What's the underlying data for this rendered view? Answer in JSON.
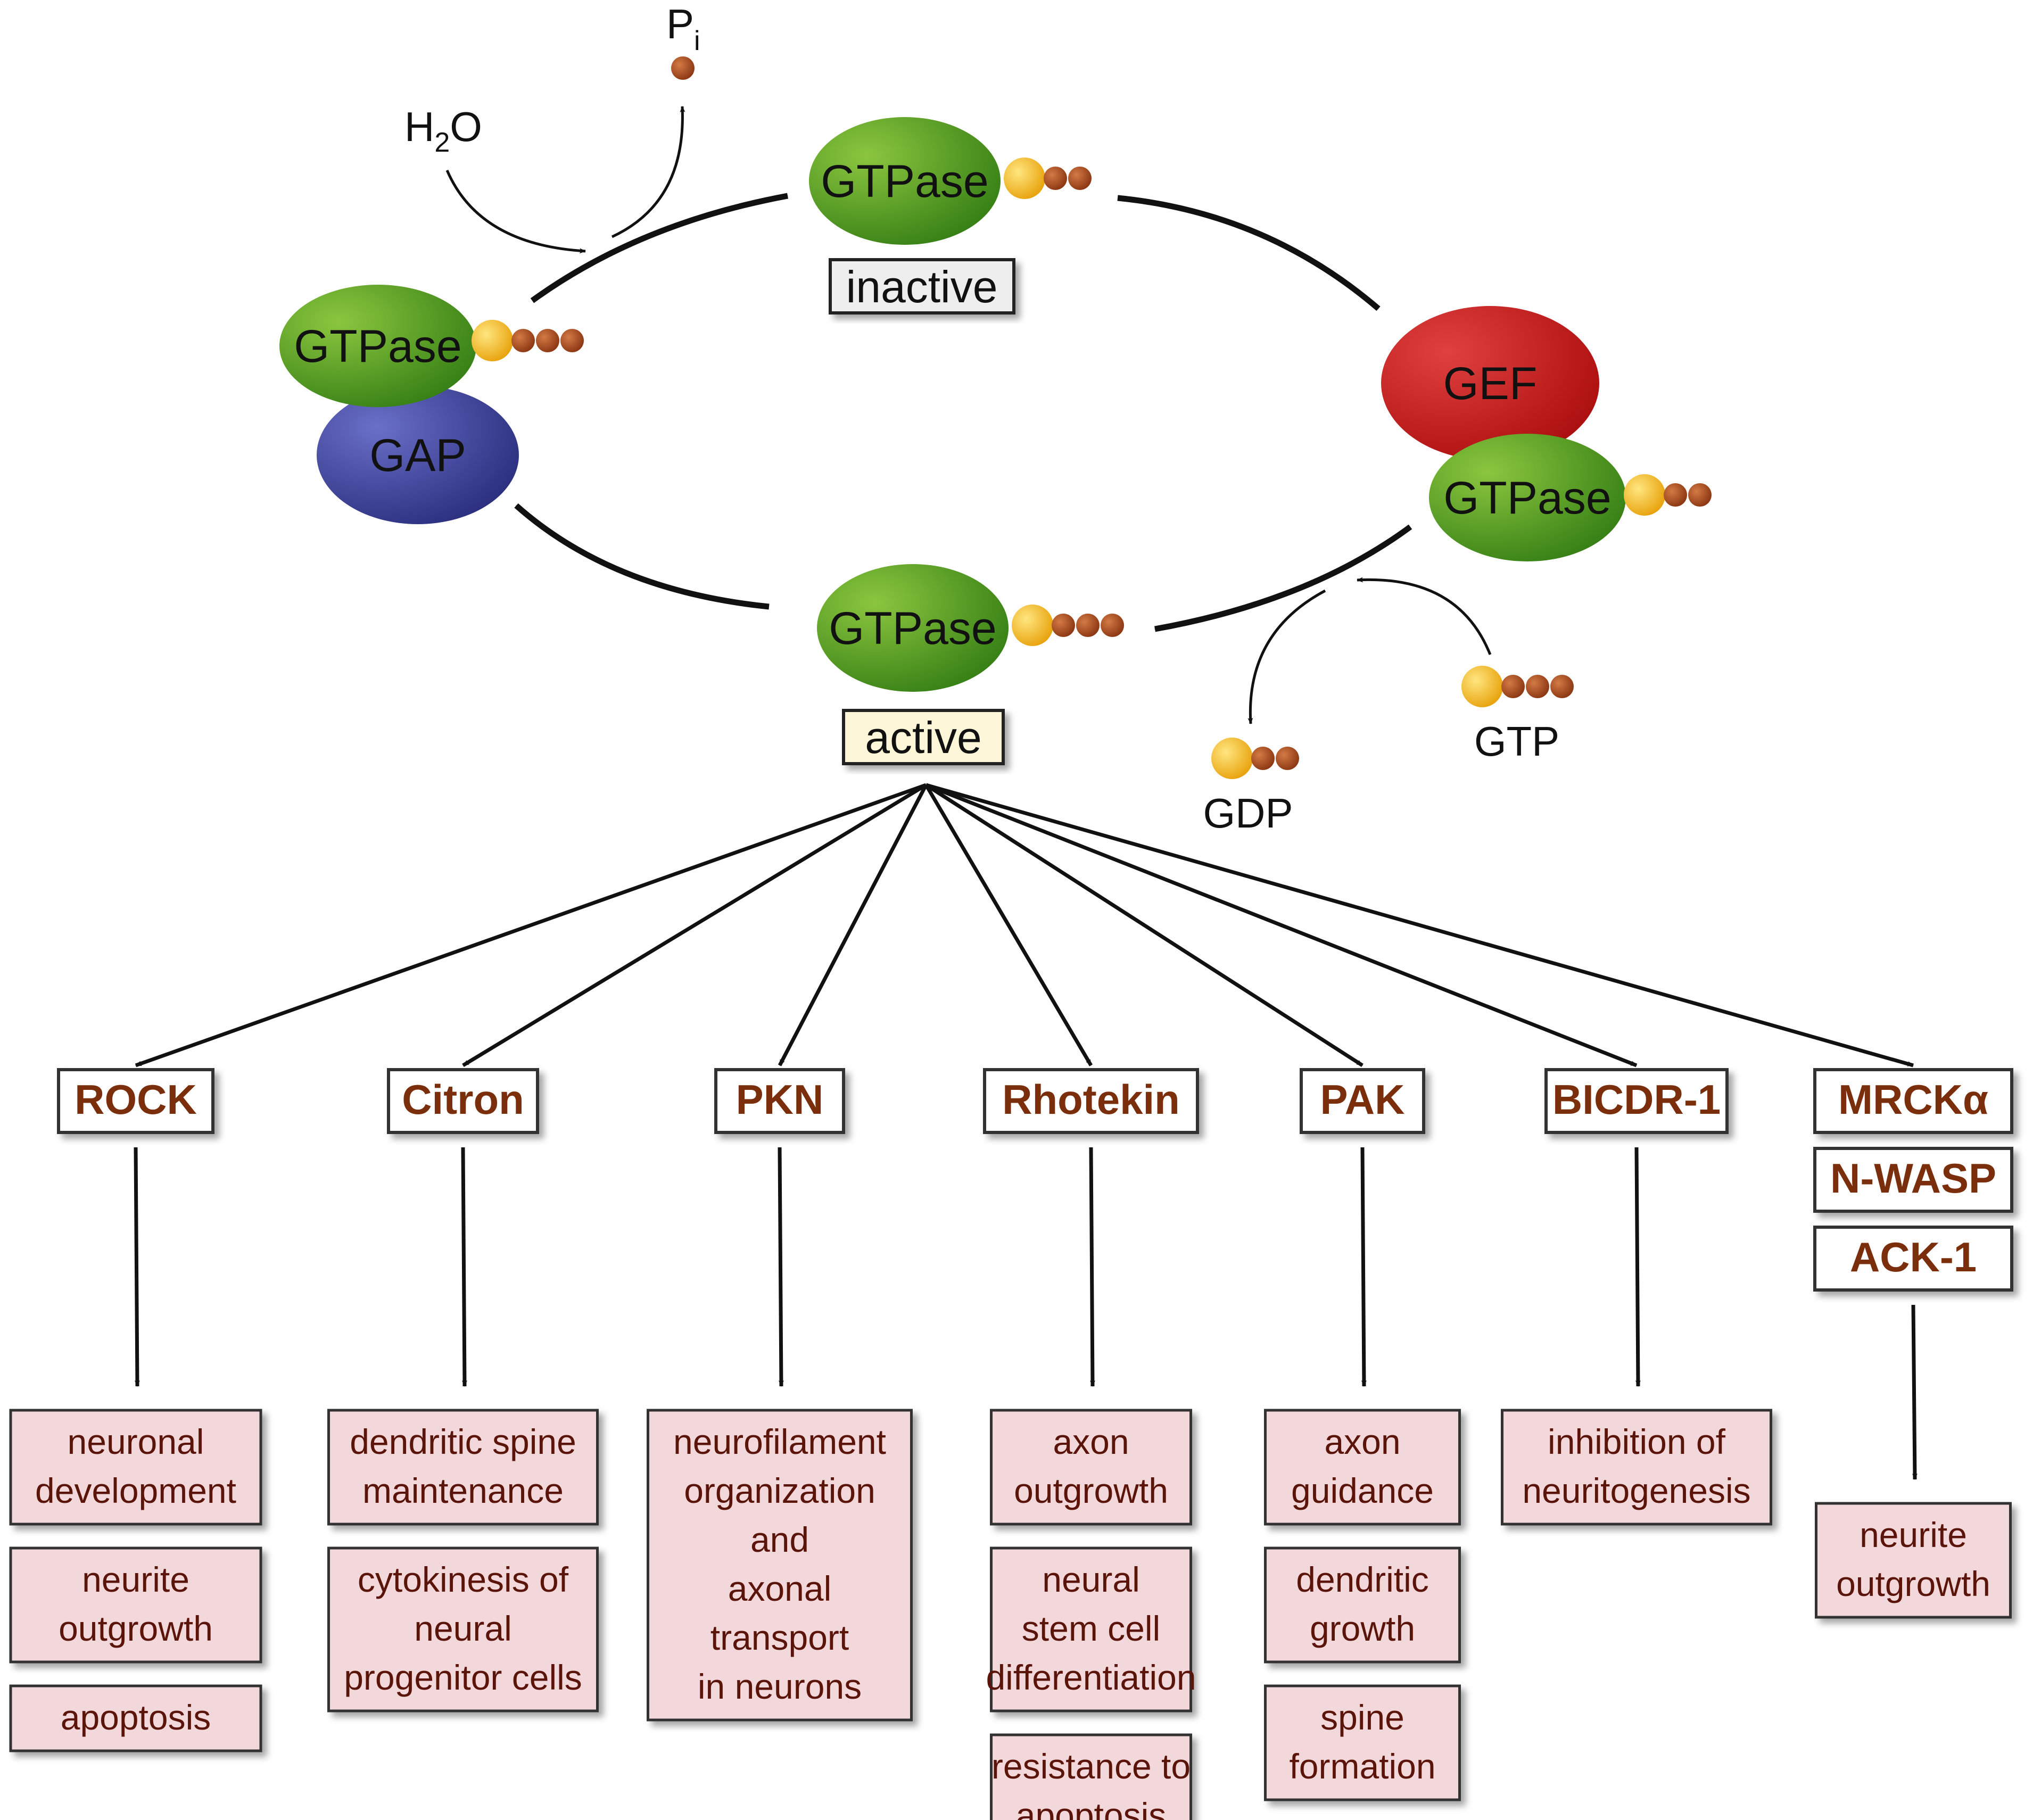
{
  "cycle": {
    "gtpase_label": "GTPase",
    "gef_label": "GEF",
    "gap_label": "GAP",
    "inactive_label": "inactive",
    "active_label": "active",
    "h2o": {
      "main": "H",
      "sub": "2",
      "tail": "O"
    },
    "pi": {
      "main": "P",
      "sub": "i"
    },
    "gdp": "GDP",
    "gtp": "GTP"
  },
  "colors": {
    "gtpase": "#5a9a28",
    "gef": "#cc1a1a",
    "gap": "#3c3f96",
    "phosphate_head": "#f2b21c",
    "phosphate_bead": "#a0451c",
    "effector_text": "#7a2e0b",
    "outcome_fill": "#f2d8da",
    "outcome_text": "#5a1409",
    "inactive_box": "#eeeeee",
    "active_box": "#fdf6d9"
  },
  "effectors": [
    {
      "labels": [
        "ROCK"
      ],
      "outcomes": [
        [
          "neuronal",
          "development"
        ],
        [
          "neurite",
          "outgrowth"
        ],
        [
          "apoptosis"
        ]
      ]
    },
    {
      "labels": [
        "Citron"
      ],
      "outcomes": [
        [
          "dendritic spine",
          "maintenance"
        ],
        [
          "cytokinesis of",
          "neural",
          "progenitor cells"
        ]
      ]
    },
    {
      "labels": [
        "PKN"
      ],
      "outcomes": [
        [
          "neurofilament",
          "organization",
          "and",
          "axonal",
          "transport",
          "in neurons"
        ]
      ]
    },
    {
      "labels": [
        "Rhotekin"
      ],
      "outcomes": [
        [
          "axon",
          "outgrowth"
        ],
        [
          "neural",
          "stem cell",
          "differentiation"
        ],
        [
          "resistance to",
          "apoptosis"
        ]
      ]
    },
    {
      "labels": [
        "PAK"
      ],
      "outcomes": [
        [
          "axon",
          "guidance"
        ],
        [
          "dendritic",
          "growth"
        ],
        [
          "spine",
          "formation"
        ]
      ]
    },
    {
      "labels": [
        "BICDR-1"
      ],
      "outcomes": [
        [
          "inhibition of",
          "neuritogenesis"
        ]
      ]
    },
    {
      "labels": [
        "MRCKα",
        "N-WASP",
        "ACK-1"
      ],
      "outcomes": [
        [
          "neurite",
          "outgrowth"
        ]
      ]
    }
  ]
}
